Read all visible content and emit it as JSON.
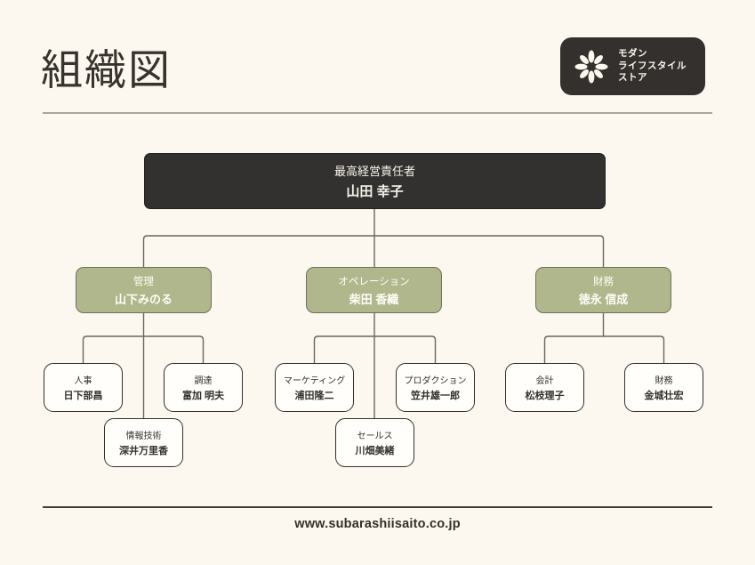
{
  "page": {
    "title": "組織図",
    "footer_url": "www.subarashiisaito.co.jp"
  },
  "logo": {
    "icon": "flower-icon",
    "line1": "モダン",
    "line2": "ライフスタイル",
    "line3": "ストア"
  },
  "colors": {
    "background": "#fcf8ef",
    "dark_box": "#333130",
    "dept_green": "#b0b78c",
    "team_box_bg": "#fffefa",
    "connector_line": "#6b6660",
    "text_dark": "#33302d",
    "text_light": "#fbf7ee"
  },
  "org": {
    "ceo": {
      "role": "最高経営責任者",
      "name": "山田 幸子"
    },
    "departments": [
      {
        "role": "管理",
        "name": "山下みのる",
        "children": [
          {
            "role": "人事",
            "name": "日下部昌"
          },
          {
            "role": "調達",
            "name": "富加 明夫"
          },
          {
            "role": "情報技術",
            "name": "深井万里香"
          }
        ]
      },
      {
        "role": "オペレーション",
        "name": "柴田 香織",
        "children": [
          {
            "role": "マーケティング",
            "name": "浦田隆二"
          },
          {
            "role": "プロダクション",
            "name": "笠井雄一郎"
          },
          {
            "role": "セールス",
            "name": "川畑美緒"
          }
        ]
      },
      {
        "role": "財務",
        "name": "徳永 信成",
        "children": [
          {
            "role": "会計",
            "name": "松枝理子"
          },
          {
            "role": "財務",
            "name": "金城壮宏"
          }
        ]
      }
    ]
  }
}
